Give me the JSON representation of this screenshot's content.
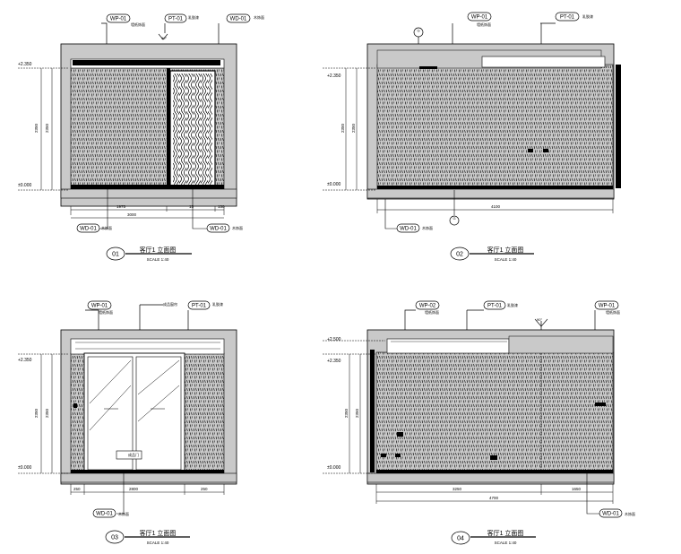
{
  "elevations": [
    {
      "number": "01",
      "title": "客厅1 立面图",
      "scale": "SCALE 1:40",
      "level_top": "+2.350",
      "level_bottom": "±0.000",
      "tags_top": [
        {
          "code": "WP-01",
          "note": "墙纸饰面"
        },
        {
          "code": "PT-01",
          "note": "乳胶漆"
        },
        {
          "code": "WD-01",
          "note": "木饰面"
        }
      ],
      "tags_bottom": [
        {
          "code": "WD-01",
          "note": "木饰面"
        },
        {
          "code": "WD-01",
          "note": "木饰面"
        }
      ],
      "dims_h": [
        "1975",
        "3000",
        "15",
        "150"
      ],
      "dims_v": [
        "2350",
        "2350"
      ],
      "angle": "90°"
    },
    {
      "number": "02",
      "title": "客厅1 立面图",
      "scale": "SCALE 1:40",
      "level_top": "+2.350",
      "level_bottom": "±0.000",
      "tags_top": [
        {
          "code": "WP-01",
          "note": "墙纸饰面"
        },
        {
          "code": "PT-01",
          "note": "乳胶漆"
        }
      ],
      "tags_bottom": [
        {
          "code": "WD-01",
          "note": "木饰面"
        }
      ],
      "section_marks": [
        "G",
        "G"
      ],
      "dims_h": [
        "4100"
      ],
      "dims_v": [
        "2350",
        "2350"
      ]
    },
    {
      "number": "03",
      "title": "客厅1 立面图",
      "scale": "SCALE 1:40",
      "level_top": "+2.350",
      "level_bottom": "±0.000",
      "tags_top": [
        {
          "code": "WP-01",
          "note": "墙纸饰面"
        },
        {
          "code": "PT-01",
          "note": "乳胶漆"
        }
      ],
      "tag_extra": "成品窗帘",
      "tags_bottom": [
        {
          "code": "WD-01",
          "note": "木饰面"
        }
      ],
      "door_note": "成品门",
      "dims_h": [
        "250",
        "2800",
        "250"
      ],
      "dims_v": [
        "2350",
        "2350"
      ]
    },
    {
      "number": "04",
      "title": "客厅1 立面图",
      "scale": "SCALE 1:40",
      "level_top": "+2.350",
      "level_upper": "+2.500",
      "level_bottom": "±0.000",
      "tags_top": [
        {
          "code": "WP-02",
          "note": "墙纸饰面"
        },
        {
          "code": "PT-01",
          "note": "乳胶漆"
        },
        {
          "code": "WP-01",
          "note": "墙纸饰面"
        }
      ],
      "tags_bottom": [
        {
          "code": "WD-01",
          "note": "木饰面"
        }
      ],
      "dims_h": [
        "3250",
        "1650",
        "4700"
      ],
      "dims_v": [
        "2350",
        "2350"
      ],
      "angle": "90°"
    }
  ]
}
